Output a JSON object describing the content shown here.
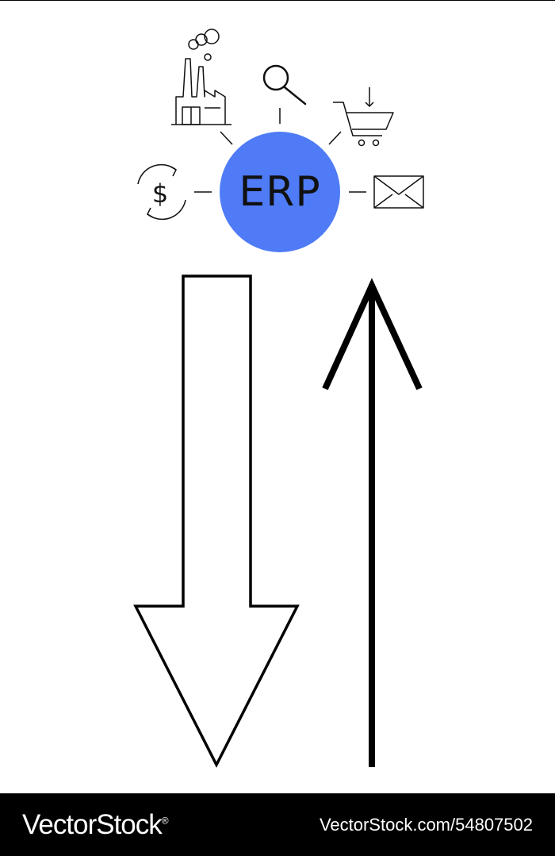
{
  "hub": {
    "label": "ERP",
    "color": "#4f7bf7"
  },
  "icons": [
    "factory-icon",
    "magnifier-icon",
    "shopping-cart-icon",
    "dollar-cycle-icon",
    "envelope-icon"
  ],
  "arrows": [
    {
      "name": "down-arrow",
      "style": "outlined-block"
    },
    {
      "name": "up-arrow",
      "style": "line"
    }
  ],
  "footer": {
    "brand": "VectorStock",
    "reg_mark": "®",
    "image_id": "VectorStock.com/54807502"
  }
}
